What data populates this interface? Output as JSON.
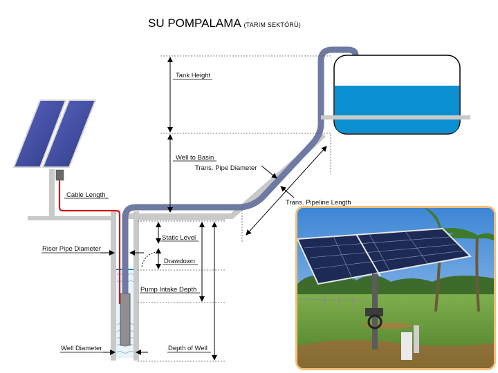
{
  "title": {
    "main": "SU POMPALAMA",
    "sub": "(TARIM SEKTÖRÜ)"
  },
  "labels": {
    "tank_height": "Tank Height",
    "well_to_basin": "Well to Basin",
    "trans_pipe_diameter": "Trans. Pipe Diameter",
    "cable_length": "Cable Length",
    "trans_pipeline_length": "Trans. Pipeline Length",
    "riser_pipe_diameter": "Riser Pipe Diameter",
    "static_level": "Static Level",
    "drawdown": "Drawdown",
    "pump_intake_depth": "Pump Intake Depth",
    "well_diameter": "Well Diameter",
    "depth_of_well": "Depth of Well"
  },
  "colors": {
    "pipe": "#6f7aa3",
    "ground": "#c9c9c9",
    "water": "#0a8fd0",
    "cable": "#d01818",
    "panel": "#4a55a8",
    "photo_border": "#f4c07a"
  }
}
